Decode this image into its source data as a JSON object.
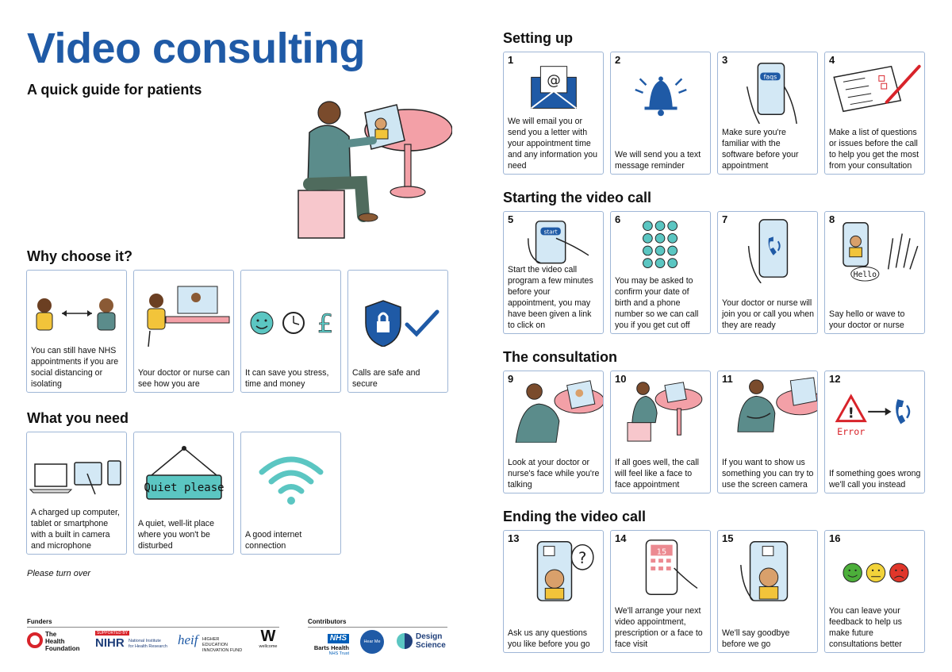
{
  "header": {
    "title": "Video consulting",
    "subtitle": "A quick guide for patients"
  },
  "left": {
    "why": {
      "heading": "Why choose it?",
      "cards": [
        {
          "caption": "You can still have NHS appointments if you are social distancing or isolating",
          "icon": "people-distance-icon"
        },
        {
          "caption": "Your doctor or nurse can see how you are",
          "icon": "doctor-screen-icon"
        },
        {
          "caption": "It can save you stress, time and money",
          "icon": "smile-clock-pound-icon"
        },
        {
          "caption": "Calls are safe and secure",
          "icon": "shield-check-icon"
        }
      ]
    },
    "need": {
      "heading": "What you need",
      "cards": [
        {
          "caption": "A charged up computer, tablet or smartphone with a built in camera and microphone",
          "icon": "devices-icon"
        },
        {
          "caption": "A quiet, well-lit place where you won't be disturbed",
          "icon": "quiet-sign-icon",
          "sign_text": "Quiet please"
        },
        {
          "caption": "A good internet connection",
          "icon": "wifi-icon"
        }
      ]
    },
    "turn_over": "Please turn over"
  },
  "right": {
    "sections": [
      {
        "heading": "Setting up",
        "cards": [
          {
            "num": "1",
            "caption": "We will email you or send you a letter with your appointment time and any information you need",
            "icon": "email-icon"
          },
          {
            "num": "2",
            "caption": "We will send you a text message reminder",
            "icon": "bell-icon"
          },
          {
            "num": "3",
            "caption": "Make sure you're familiar with the software before your appointment",
            "icon": "phone-faqs-icon",
            "screen_text": "faqs"
          },
          {
            "num": "4",
            "caption": "Make a list of questions or issues before the call to help you get the most from your consultation",
            "icon": "checklist-icon"
          }
        ]
      },
      {
        "heading": "Starting the video call",
        "cards": [
          {
            "num": "5",
            "caption": "Start the video call program a few minutes before your appointment, you may have been given a link to click on",
            "icon": "phone-start-icon",
            "screen_text": "start"
          },
          {
            "num": "6",
            "caption": "You may be asked to confirm your date of birth and a phone number so we can call you if you get cut off",
            "icon": "keypad-icon"
          },
          {
            "num": "7",
            "caption": "Your doctor or nurse will join you or call you when they are ready",
            "icon": "phone-call-icon"
          },
          {
            "num": "8",
            "caption": "Say hello or wave to your doctor or nurse",
            "icon": "hello-wave-icon",
            "bubble_text": "Hello"
          }
        ]
      },
      {
        "heading": "The consultation",
        "cards": [
          {
            "num": "9",
            "caption": "Look at your doctor or nurse's face while you're talking",
            "icon": "patient-look-icon"
          },
          {
            "num": "10",
            "caption": "If all goes well, the call will feel like a face to face appointment",
            "icon": "patient-table-icon"
          },
          {
            "num": "11",
            "caption": "If you want to show us something you can try to use the screen camera",
            "icon": "patient-show-icon"
          },
          {
            "num": "12",
            "caption": "If something goes wrong we'll call you instead",
            "icon": "error-call-icon",
            "error_text": "Error"
          }
        ]
      },
      {
        "heading": "Ending the video call",
        "cards": [
          {
            "num": "13",
            "caption": "Ask us any questions you like before you go",
            "icon": "phone-question-icon"
          },
          {
            "num": "14",
            "caption": "We'll arrange your next video appointment, prescription or a face to face visit",
            "icon": "phone-calendar-icon",
            "screen_text": "15"
          },
          {
            "num": "15",
            "caption": "We'll say goodbye before we go",
            "icon": "phone-goodbye-icon"
          },
          {
            "num": "16",
            "caption": "You can leave your feedback to help us make future consultations better",
            "icon": "feedback-faces-icon"
          }
        ]
      }
    ]
  },
  "footer": {
    "funders_label": "Funders",
    "contributors_label": "Contributors",
    "funders": [
      {
        "name": "The Health Foundation",
        "line1": "The",
        "line2": "Health",
        "line3": "Foundation"
      },
      {
        "name": "NIHR",
        "tag": "SUPPORTED BY",
        "main": "NIHR",
        "sub1": "National Institute",
        "sub2": "for Health Research"
      },
      {
        "name": "heif",
        "main": "heif",
        "sub1": "HIGHER EDUCATION",
        "sub2": "INNOVATION FUND"
      },
      {
        "name": "wellcome",
        "main": "W",
        "sub": "wellcome"
      }
    ],
    "contributors": [
      {
        "name": "Barts Health",
        "badge": "NHS",
        "sub1": "Barts Health",
        "sub2": "NHS Trust"
      },
      {
        "name": "Hear Me",
        "main": "Hear Me"
      },
      {
        "name": "Design Science",
        "line1": "Design",
        "line2": "Science"
      }
    ]
  },
  "colors": {
    "title_blue": "#1f5aa6",
    "card_border": "#9fb6d6",
    "accent_teal": "#5bc6c2",
    "table_pink": "#ec8a91",
    "nhs_blue": "#005eb8",
    "error_red": "#d8232a"
  }
}
